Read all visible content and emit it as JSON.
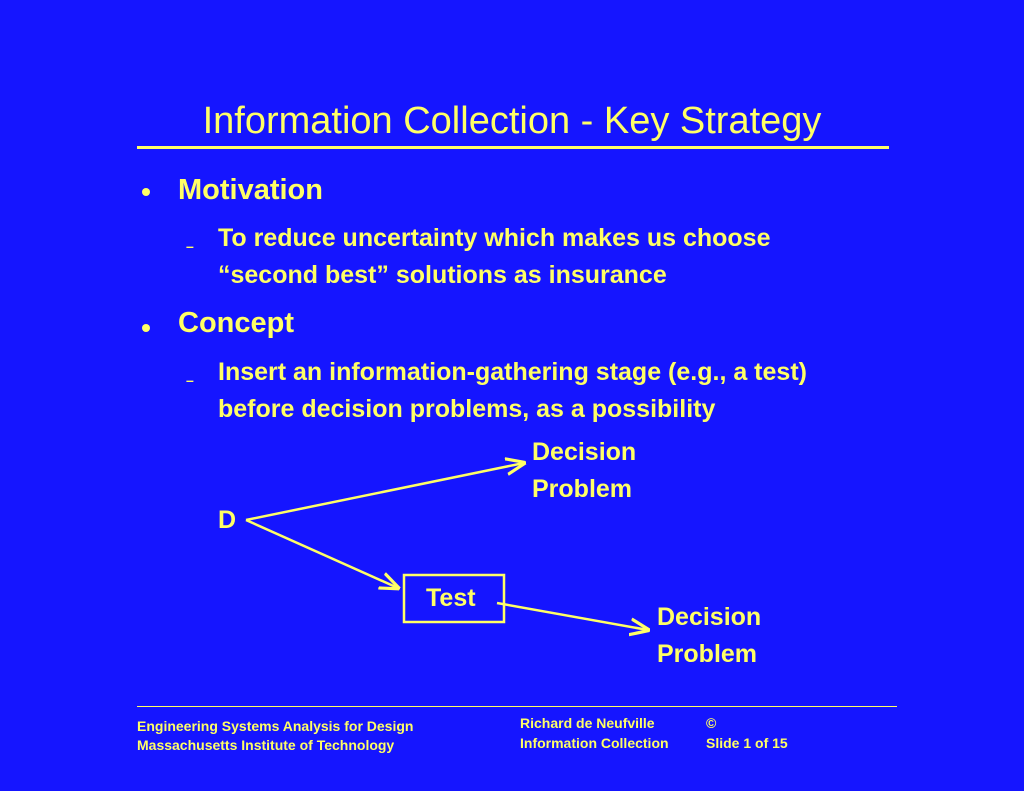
{
  "slide": {
    "title": "Information Collection - Key Strategy",
    "bullets": [
      {
        "heading": "Motivation",
        "sub": [
          "To reduce uncertainty which makes us choose",
          "“second best” solutions as insurance"
        ]
      },
      {
        "heading": "Concept",
        "sub": [
          "Insert an information-gathering stage (e.g., a test)",
          "before decision problems, as a possibility"
        ]
      }
    ],
    "sub_marker": "–"
  },
  "diagram": {
    "decision_node": "D",
    "upper_label": [
      "Decision",
      "Problem"
    ],
    "test_label": "Test",
    "lower_label": [
      "Decision",
      "Problem"
    ]
  },
  "footer": {
    "left_line1": "Engineering Systems Analysis for Design",
    "left_line2": "Massachusetts Institute of Technology",
    "mid_line1": "Richard de Neufville",
    "mid_line2": "Information Collection",
    "right_line1": "©",
    "right_line2": "Slide 1 of 15"
  },
  "colors": {
    "background": "#1515FF",
    "text": "#FFFF66"
  }
}
